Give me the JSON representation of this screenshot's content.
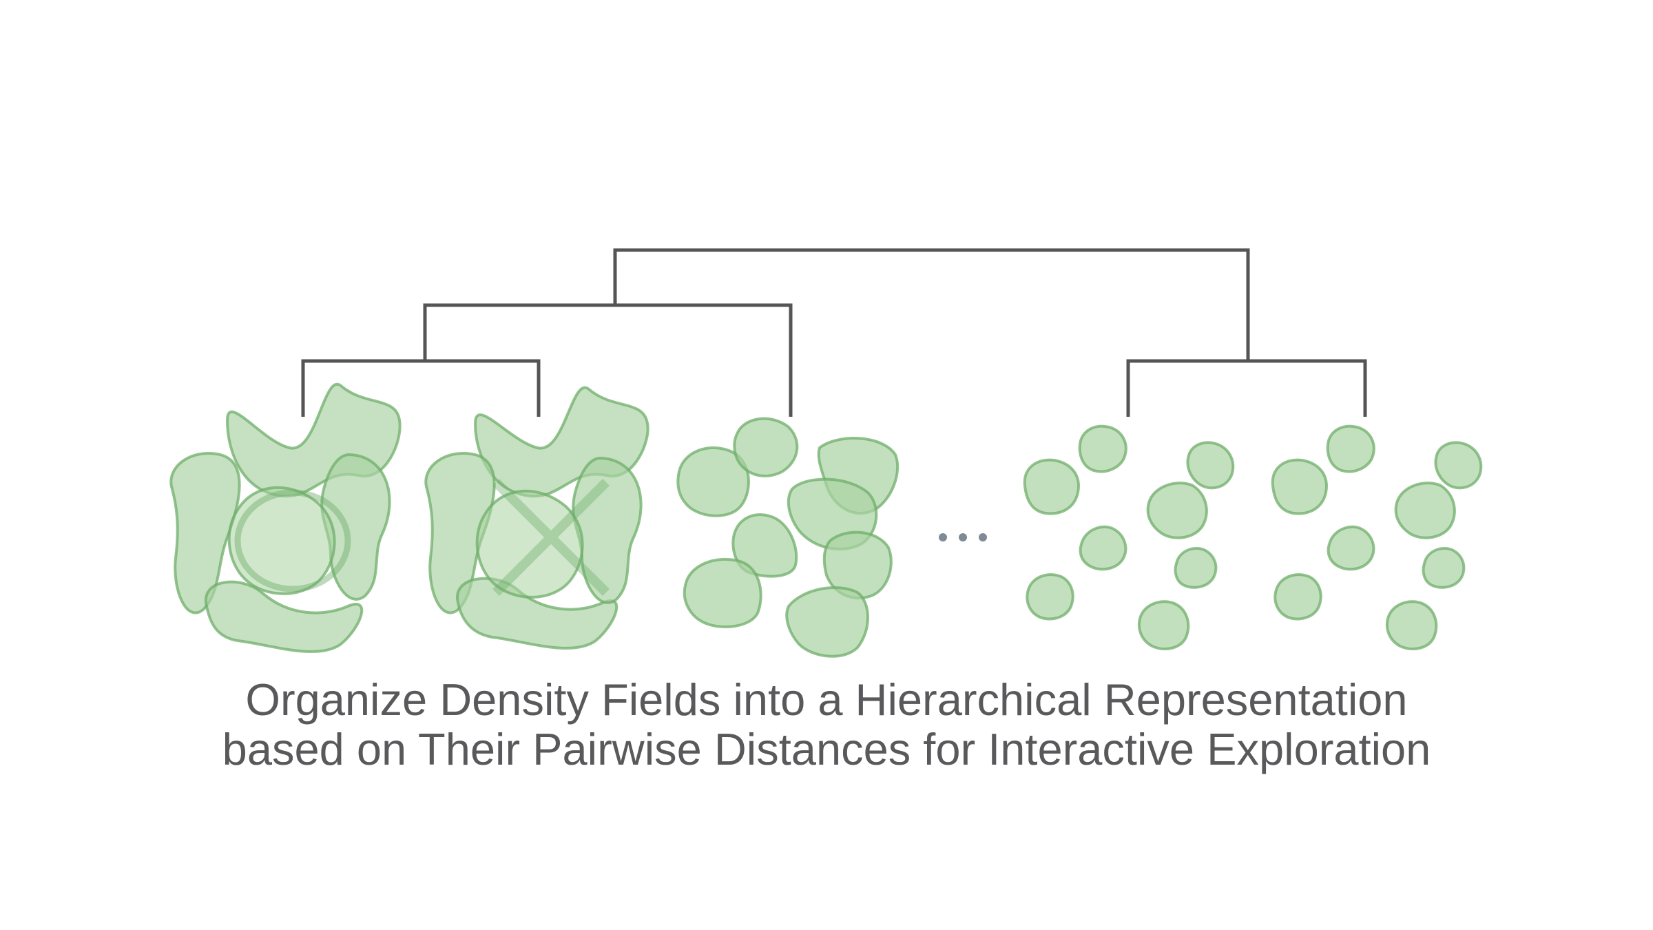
{
  "caption": {
    "line1": "Organize Density Fields into a Hierarchical Representation",
    "line2": "based on Their Pairwise Distances for Interactive Exploration"
  },
  "colors": {
    "background": "#ffffff",
    "dendrogram": "#555555",
    "density_fill": "#a9d3a3",
    "density_edge": "#6fae6a",
    "ellipsis": "#7e8a96",
    "caption_text": "#59595b"
  },
  "dendrogram": {
    "leaf_count": 5,
    "merges": [
      {
        "left": "leaf-1",
        "right": "leaf-2",
        "order": 1
      },
      {
        "left": "leaf-4",
        "right": "leaf-5",
        "order": 1
      },
      {
        "left": "merge-1-2",
        "right": "leaf-3",
        "order": 2
      },
      {
        "left": "merge-1-2-3",
        "right": "merge-4-5",
        "order": 3
      }
    ]
  },
  "density_fields": [
    {
      "name": "density-field-merged-clover",
      "blob_count": 4
    },
    {
      "name": "density-field-crossed-clover",
      "blob_count": 4
    },
    {
      "name": "density-field-partial-split",
      "blob_count": 8
    },
    {
      "name": "density-field-scattered-a",
      "blob_count": 8
    },
    {
      "name": "density-field-scattered-b",
      "blob_count": 8
    }
  ],
  "ellipsis": "..."
}
